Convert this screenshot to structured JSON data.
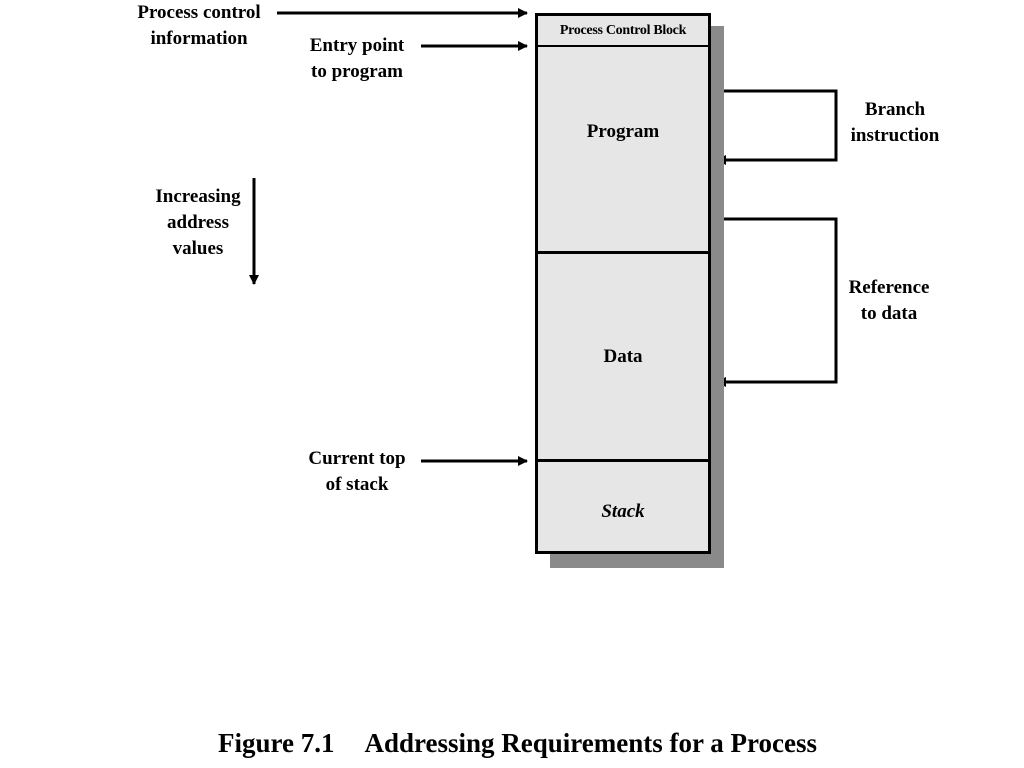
{
  "memory": {
    "segments": {
      "pcb": "Process Control Block",
      "program": "Program",
      "data": "Data",
      "stack": "Stack"
    }
  },
  "labels": {
    "process_control_info": [
      "Process control",
      "information"
    ],
    "entry_point": [
      "Entry point",
      "to program"
    ],
    "increasing_address": [
      "Increasing",
      "address",
      "values"
    ],
    "current_top_stack": [
      "Current top",
      "of stack"
    ],
    "branch_instruction": [
      "Branch",
      "instruction"
    ],
    "reference_to_data": [
      "Reference",
      "to data"
    ]
  },
  "caption": {
    "number": "Figure 7.1",
    "title": "Addressing Requirements for a Process"
  },
  "colors": {
    "segment_fill": "#e6e6e6",
    "shadow": "#8a8a8a",
    "lines": "#000000"
  }
}
